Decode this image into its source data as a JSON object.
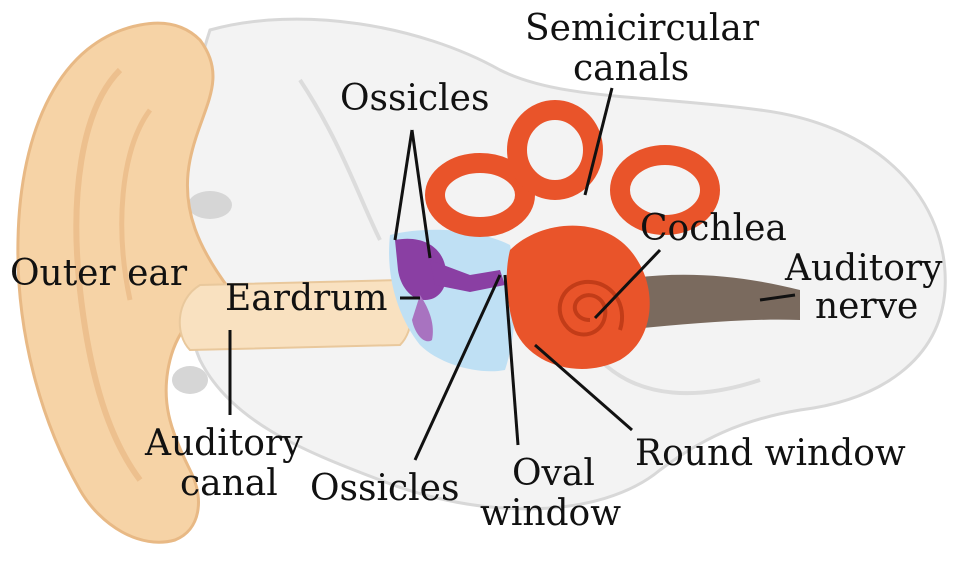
{
  "labels": {
    "semicircular_l1": "Semicircular",
    "semicircular_l2": "canals",
    "ossicles_top": "Ossicles",
    "cochlea": "Cochlea",
    "outer_ear": "Outer ear",
    "eardrum": "Eardrum",
    "auditory_nerve_l1": "Auditory",
    "auditory_nerve_l2": "nerve",
    "auditory_canal_l1": "Auditory",
    "auditory_canal_l2": "canal",
    "ossicles_bottom": "Ossicles",
    "oval_window_l1": "Oval",
    "oval_window_l2": "window",
    "round_window": "Round window"
  },
  "colors": {
    "outer_ear": "#f6d3a6",
    "bone": "#eeeeee",
    "middle_ear": "#bfe0f4",
    "ossicles": "#8a3fa3",
    "cochlea": "#e9542a",
    "nerve": "#7a6a5e"
  }
}
